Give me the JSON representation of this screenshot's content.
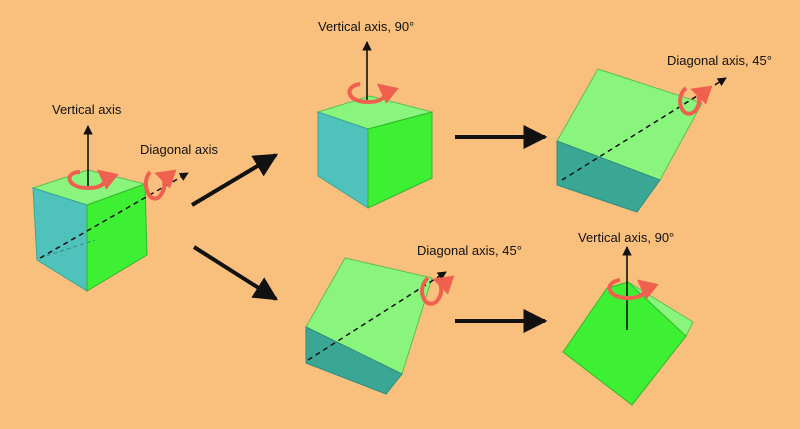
{
  "background_color": "#f9bf7d",
  "colors": {
    "green_face": "#8af57c",
    "bright_green_face": "#3df034",
    "teal_face": "#4fc2bb",
    "dark_teal_face": "#3aa795",
    "rotation_arrow": "#f0604f",
    "axis_arrow": "#111111"
  },
  "icons": {
    "rotation": "circular-rotation-arrow-icon",
    "flow": "right-arrow-icon"
  },
  "labels": {
    "start_vertical": "Vertical axis",
    "start_diagonal": "Diagonal axis",
    "top_vertical_90": "Vertical axis, 90°",
    "top_diagonal_45": "Diagonal axis, 45°",
    "bottom_diagonal_45": "Diagonal axis, 45°",
    "bottom_vertical_90": "Vertical axis, 90°"
  }
}
